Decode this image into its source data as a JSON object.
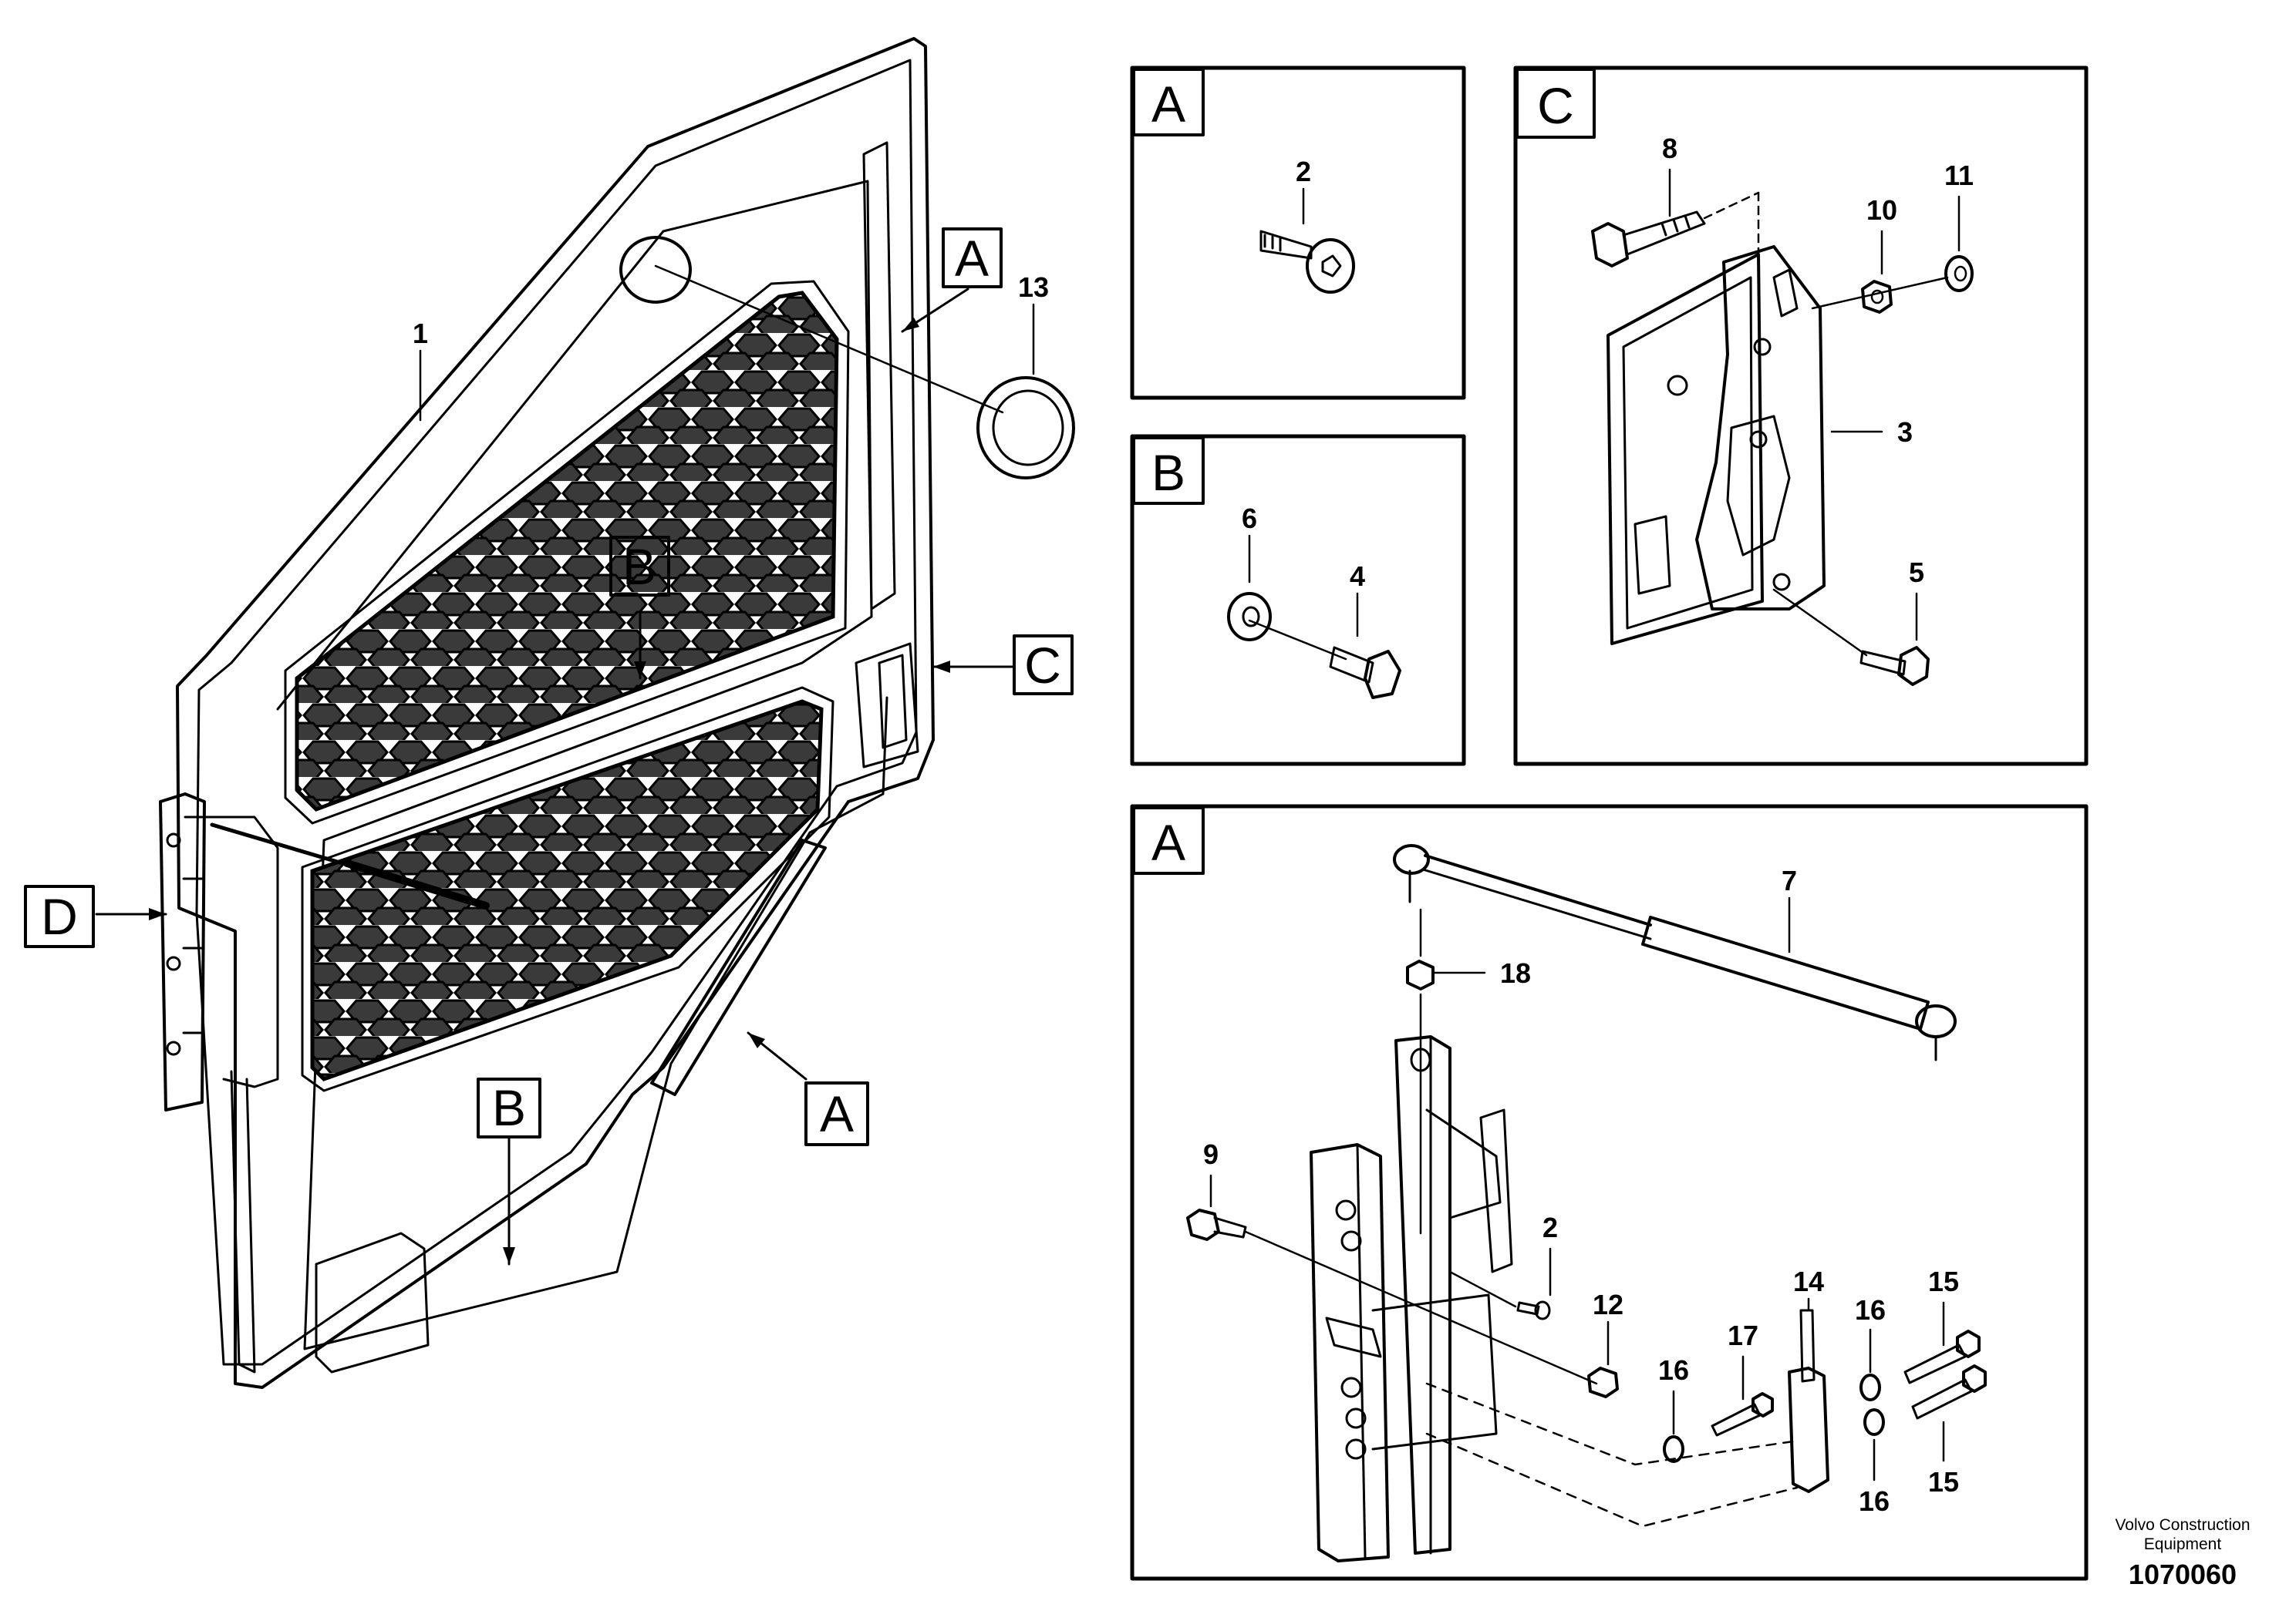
{
  "diagram": {
    "detail_letters": {
      "A_main_top": "A",
      "A_main_bottom": "A",
      "B_main_top": "B",
      "B_main_bottom": "B",
      "C_main": "C",
      "D_main": "D",
      "A_panel_top": "A",
      "B_panel": "B",
      "C_panel": "C",
      "A_panel_bottom": "A"
    },
    "part_numbers": {
      "p1": "1",
      "p13": "13",
      "p2_top": "2",
      "p6": "6",
      "p4": "4",
      "p8": "8",
      "p10": "10",
      "p11": "11",
      "p3": "3",
      "p5": "5",
      "p7": "7",
      "p18": "18",
      "p9": "9",
      "p2_bottom": "2",
      "p12": "12",
      "p14": "14",
      "p16_a": "16",
      "p16_b": "16",
      "p16_c": "16",
      "p17": "17",
      "p15_a": "15",
      "p15_b": "15"
    },
    "credit": {
      "line1": "Volvo Construction",
      "line2": "Equipment",
      "number": "1070060"
    }
  }
}
